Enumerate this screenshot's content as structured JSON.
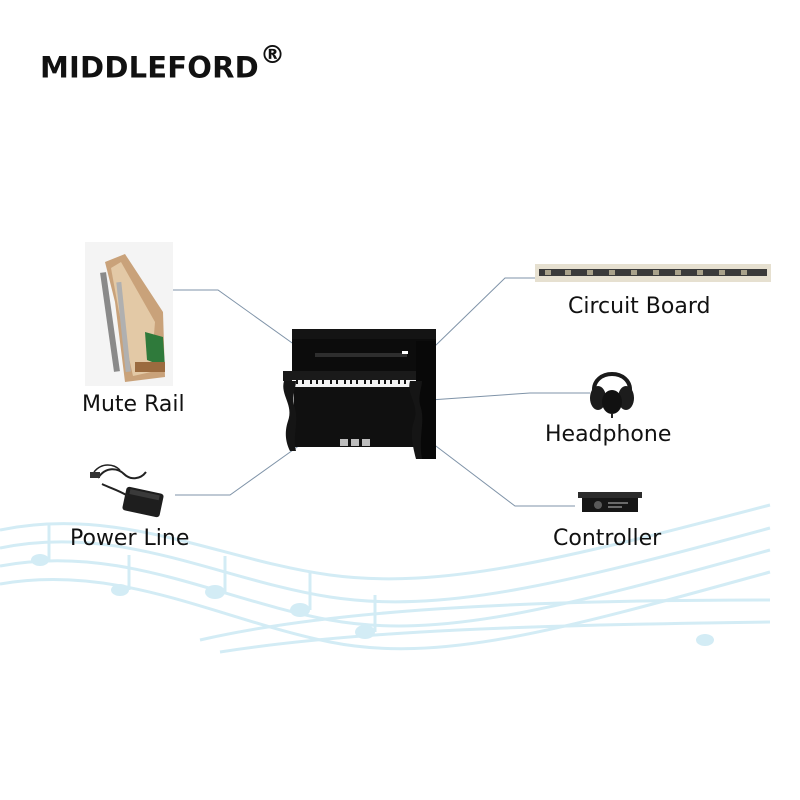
{
  "brand": {
    "name": "MIDDLEFORD",
    "mark": "®"
  },
  "components": {
    "mute_rail": "Mute Rail",
    "power_line": "Power Line",
    "circuit_board": "Circuit Board",
    "headphone": "Headphone",
    "controller": "Controller"
  },
  "colors": {
    "connector": "#7f93a8",
    "wave": "#cfe9f3",
    "piano": "#0c0c0c"
  },
  "icons": [
    "mute-rail-icon",
    "power-adapter-icon",
    "piano-icon",
    "circuit-board-icon",
    "headphone-icon",
    "controller-box-icon",
    "music-notes-icon"
  ]
}
